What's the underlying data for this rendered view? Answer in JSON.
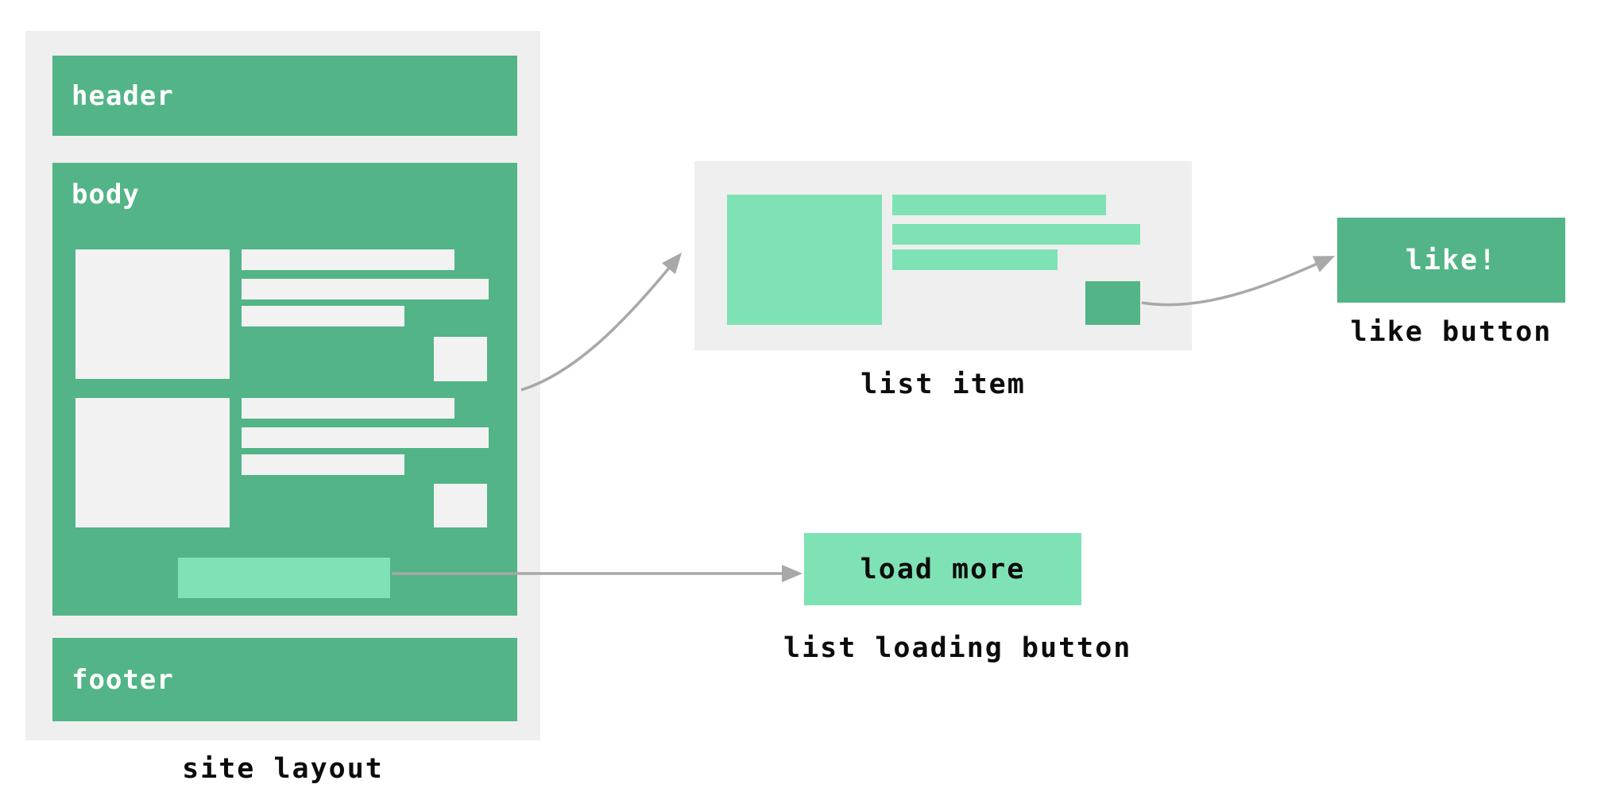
{
  "diagram": {
    "site_layout": {
      "caption": "site layout",
      "header_label": "header",
      "body_label": "body",
      "footer_label": "footer"
    },
    "list_item": {
      "caption": "list item"
    },
    "like_button": {
      "label": "like!",
      "caption": "like button"
    },
    "list_loading_button": {
      "label": "load more",
      "caption": "list loading button"
    }
  },
  "colors": {
    "green": "#52b487",
    "mint": "#7fe2b5",
    "panel_gray": "#efefef",
    "skeleton_white": "#f2f2f2",
    "arrow_gray": "#a8a8a8",
    "text_black": "#0c0c0c",
    "text_white": "#ffffff",
    "background": "#ffffff"
  }
}
